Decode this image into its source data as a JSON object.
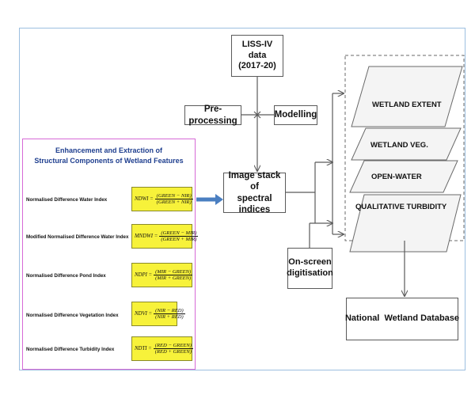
{
  "liss_box": {
    "text": "LISS-IV data\n(2017-20)"
  },
  "preprocessing_box": {
    "text": "Pre-processing"
  },
  "modelling_box": {
    "text": "Modelling"
  },
  "image_stack_box": {
    "text": "Image stack of\nspectral indices"
  },
  "onscreen_box": {
    "text": "On-screen\ndigitisation"
  },
  "database_box": {
    "text": "National  Wetland Database"
  },
  "layers": [
    "WETLAND EXTENT",
    "WETLAND VEG.",
    "OPEN-WATER",
    "QUALITATIVE TURBIDITY"
  ],
  "panel": {
    "title": "Enhancement and Extraction of\nStructural Components of Wetland Features",
    "indices": [
      {
        "label": "Normalised Difference Water Index",
        "lhs": "NDWI =",
        "num": "(GREEN − NIR)",
        "den": "(GREEN + NIR)"
      },
      {
        "label": "Modified Normalised Difference Water Index",
        "lhs": "MNDWI =",
        "num": "(GREEN − MIR)",
        "den": "(GREEN + MIR)"
      },
      {
        "label": "Normalised Difference Pond Index",
        "lhs": "NDPI =",
        "num": "(MIR − GREEN)",
        "den": "(MIR + GREEN)"
      },
      {
        "label": "Normalised Difference Vegetation Index",
        "lhs": "NDVI =",
        "num": "(NIR − RED)",
        "den": "(NIR + RED)"
      },
      {
        "label": "Normalised  Difference Turbidity Index",
        "lhs": "NDTI =",
        "num": "(RED − GREEN)",
        "den": "(RED + GREEN)"
      }
    ]
  },
  "colors": {
    "frame": "#9cbfe0",
    "panel_border": "#d66ad6",
    "panel_title": "#1f3f8f",
    "formula_fill": "#f7f23a",
    "blue_arrow": "#4a7fc1",
    "line": "#5a5a5a",
    "layer_fill": "#f4f4f4"
  }
}
